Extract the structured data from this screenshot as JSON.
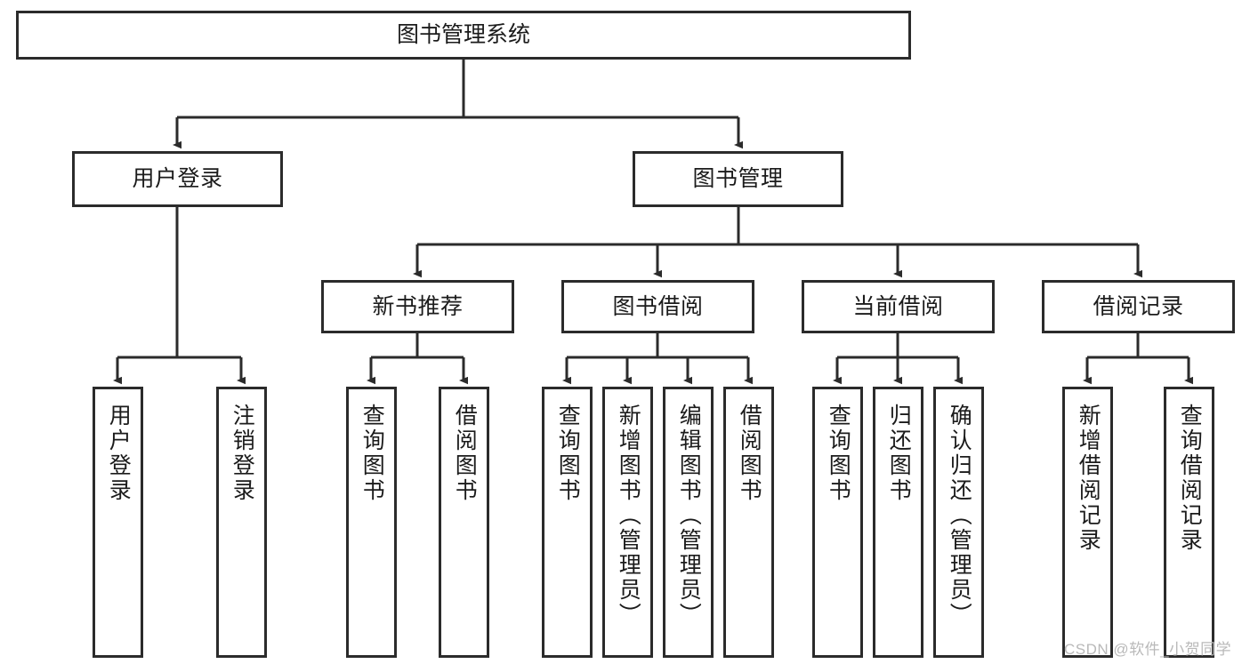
{
  "diagram": {
    "title": "图书管理系统",
    "type": "functional-structure-tree",
    "root": {
      "label": "图书管理系统"
    },
    "level2": [
      {
        "label": "用户登录"
      },
      {
        "label": "图书管理"
      }
    ],
    "level3": [
      {
        "label": "新书推荐"
      },
      {
        "label": "图书借阅"
      },
      {
        "label": "当前借阅"
      },
      {
        "label": "借阅记录"
      }
    ],
    "leaves": {
      "user_login": [
        {
          "label": "用户登录"
        },
        {
          "label": "注销登录"
        }
      ],
      "new_book_recommend": [
        {
          "label": "查询图书"
        },
        {
          "label": "借阅图书"
        }
      ],
      "book_borrow": [
        {
          "label": "查询图书"
        },
        {
          "label": "新增图书（管理员）"
        },
        {
          "label": "编辑图书（管理员）"
        },
        {
          "label": "借阅图书"
        }
      ],
      "current_borrow": [
        {
          "label": "查询图书"
        },
        {
          "label": "归还图书"
        },
        {
          "label": "确认归还（管理员）"
        }
      ],
      "borrow_record": [
        {
          "label": "新增借阅记录"
        },
        {
          "label": "查询借阅记录"
        }
      ]
    }
  },
  "watermark": {
    "text": "CSDN @软件_小贺同学"
  },
  "colors": {
    "stroke": "#2b2b2b",
    "fill": "#ffffff",
    "text": "#1b1b1b",
    "watermark": "#b9b9b9"
  }
}
